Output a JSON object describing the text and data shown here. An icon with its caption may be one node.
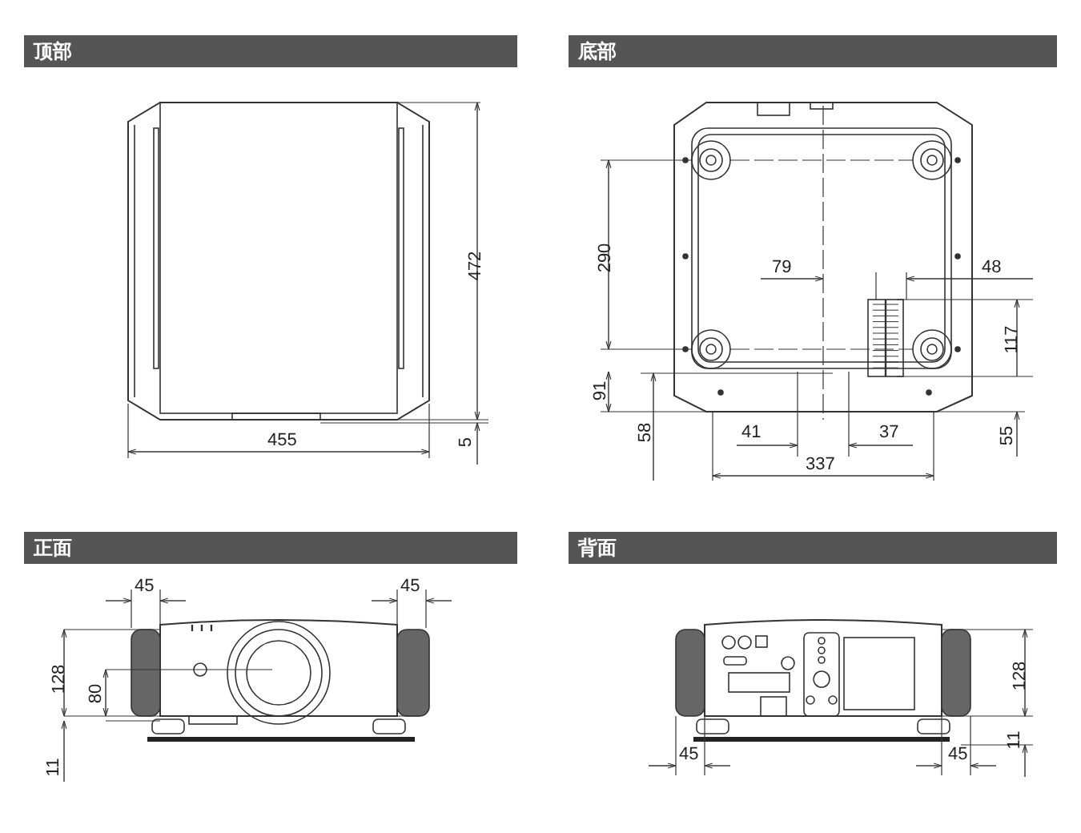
{
  "diagram": {
    "nodes": [
      {
        "text": [
          "顶部"
        ]
      },
      {
        "text": [
          "底部"
        ]
      },
      {
        "text": [
          "正面"
        ]
      },
      {
        "text": [
          "背面"
        ]
      }
    ],
    "labels": [
      "472",
      "5",
      "455",
      "290",
      "79",
      "48",
      "117",
      "91",
      "58",
      "41",
      "37",
      "55",
      "337",
      "45",
      "45",
      "128",
      "80",
      "11",
      "128",
      "11",
      "45",
      "45"
    ]
  }
}
